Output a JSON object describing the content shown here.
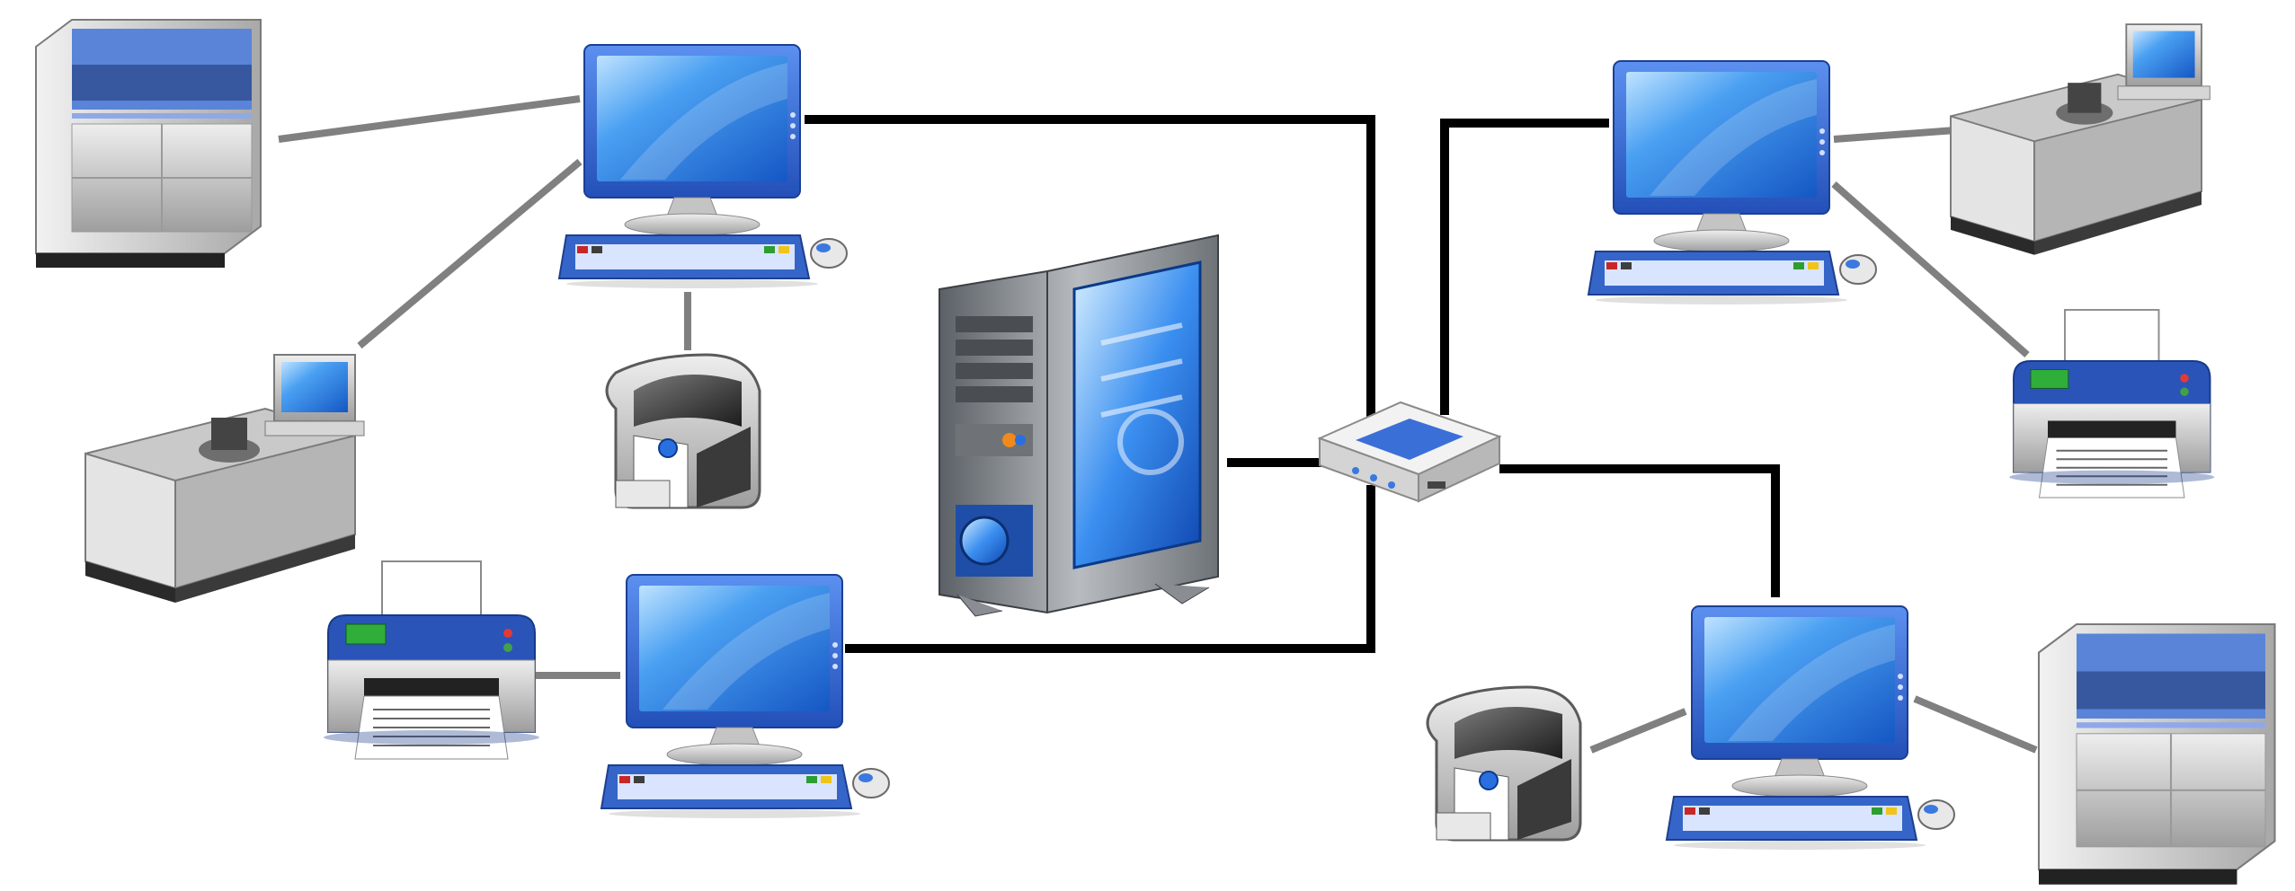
{
  "diagram": {
    "kind": "computer network topology illustration",
    "nodes": [
      {
        "id": "ws-top-left",
        "type": "workstation-computer"
      },
      {
        "id": "ws-bottom-left",
        "type": "workstation-computer"
      },
      {
        "id": "ws-top-right",
        "type": "workstation-computer"
      },
      {
        "id": "ws-bottom-right",
        "type": "workstation-computer"
      },
      {
        "id": "server-tower",
        "type": "server-tower"
      },
      {
        "id": "network-router",
        "type": "router"
      },
      {
        "id": "device-tl",
        "type": "scientific-instrument-cabinet"
      },
      {
        "id": "device-ml",
        "type": "lab-analyzer"
      },
      {
        "id": "device-lm",
        "type": "label-printer"
      },
      {
        "id": "device-bl",
        "type": "printer"
      },
      {
        "id": "device-tr",
        "type": "lab-analyzer"
      },
      {
        "id": "device-mr",
        "type": "printer"
      },
      {
        "id": "device-br1",
        "type": "label-printer"
      },
      {
        "id": "device-br2",
        "type": "scientific-instrument-cabinet"
      }
    ],
    "network_links": [
      {
        "from": "ws-top-left",
        "to": "network-router"
      },
      {
        "from": "ws-bottom-left",
        "to": "network-router"
      },
      {
        "from": "server-tower",
        "to": "network-router"
      },
      {
        "from": "network-router",
        "to": "ws-top-right"
      },
      {
        "from": "network-router",
        "to": "ws-bottom-right"
      }
    ],
    "peripheral_links": [
      {
        "from": "ws-top-left",
        "to": "device-tl"
      },
      {
        "from": "ws-top-left",
        "to": "device-ml"
      },
      {
        "from": "ws-top-left",
        "to": "device-lm"
      },
      {
        "from": "ws-bottom-left",
        "to": "device-bl"
      },
      {
        "from": "ws-top-right",
        "to": "device-tr"
      },
      {
        "from": "ws-top-right",
        "to": "device-mr"
      },
      {
        "from": "ws-bottom-right",
        "to": "device-br1"
      },
      {
        "from": "ws-bottom-right",
        "to": "device-br2"
      }
    ]
  },
  "colors": {
    "network_link": "#000000",
    "peripheral_link": "#808080",
    "screen_blue": "#2f7de0",
    "device_gray": "#c9c9c9",
    "printer_navy": "#1f3f8f"
  },
  "icons": [
    "computer-icon",
    "server-icon",
    "router-icon",
    "printer-icon",
    "label-printer-icon",
    "analyzer-icon",
    "instrument-cabinet-icon"
  ]
}
